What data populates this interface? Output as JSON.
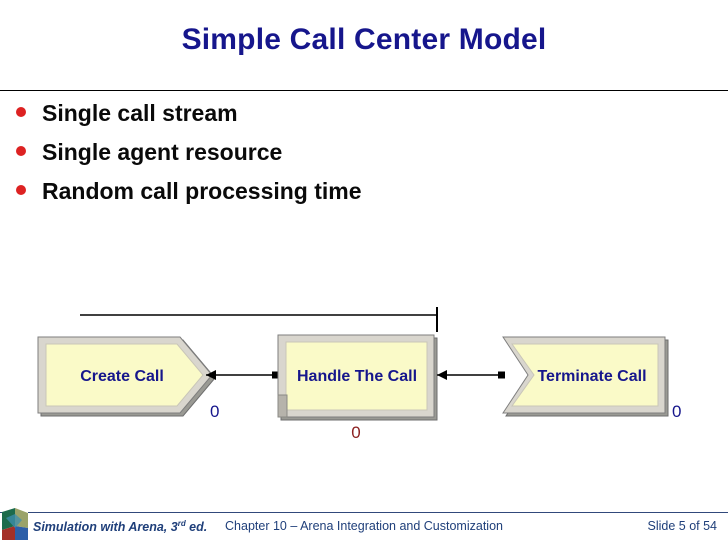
{
  "slide": {
    "title": "Simple Call Center Model",
    "bullets": [
      {
        "text": "Single call stream"
      },
      {
        "text": "Single agent resource"
      },
      {
        "text": "Random call processing time"
      }
    ]
  },
  "diagram": {
    "type": "arena-process-flow",
    "modules": [
      {
        "id": "create",
        "label": "Create Call",
        "shape": "create-pentagon",
        "counter": "0",
        "counter_color": "#16168C"
      },
      {
        "id": "process",
        "label": "Handle The Call",
        "shape": "process-rectangle",
        "counter": "0",
        "counter_color": "#8B2020"
      },
      {
        "id": "dispose",
        "label": "Terminate Call",
        "shape": "dispose-notched",
        "counter": "0",
        "counter_color": "#16168C"
      }
    ],
    "connectors": [
      {
        "from": "create",
        "to": "process"
      },
      {
        "from": "process",
        "to": "dispose"
      }
    ],
    "colors": {
      "module_fill": "#FAFAC8",
      "module_border_light": "#D4D0C8",
      "module_border_dark": "#808080",
      "module_text": "#16168C",
      "connector": "#000000"
    }
  },
  "footer": {
    "book": "Simulation with Arena, 3",
    "book_sup": "rd",
    "book_tail": " ed.",
    "chapter": "Chapter 10 – Arena Integration and Customization",
    "slide_number": "Slide 5 of 54",
    "accent_color": "#1F3F7A"
  }
}
